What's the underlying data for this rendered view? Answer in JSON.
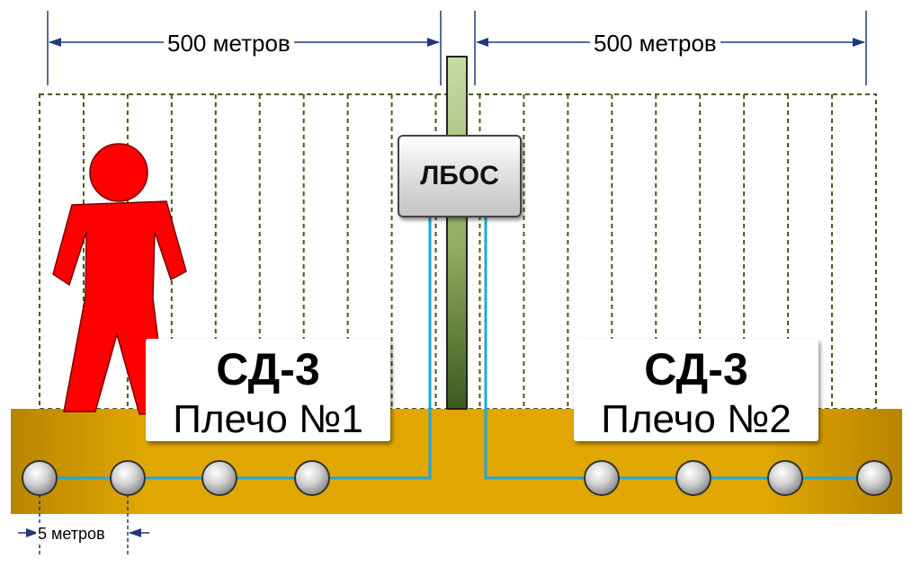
{
  "distance_left": "500 метров",
  "distance_right": "500 метров",
  "spacing_label": "5 метров",
  "controller_label": "ЛБОС",
  "arm1": {
    "title": "СД-3",
    "subtitle": "Плечо №1"
  },
  "arm2": {
    "title": "СД-3",
    "subtitle": "Плечо №2"
  },
  "colors": {
    "ground": "#e0a400",
    "cable": "#1aa7e0",
    "person": "#ff0000",
    "grid": "#4a5a1a",
    "pole_light": "#c8d9a0",
    "pole_dark": "#3f5a1f"
  },
  "icons": [
    "person-intruder-icon",
    "sensor-node-icon",
    "pole-icon"
  ]
}
